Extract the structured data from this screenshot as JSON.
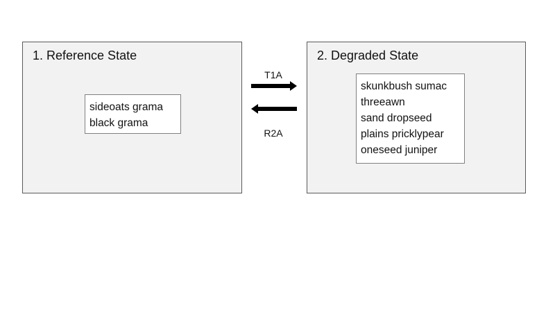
{
  "states": [
    {
      "title": "1. Reference State",
      "species": [
        "sideoats grama",
        "black grama"
      ]
    },
    {
      "title": "2. Degraded State",
      "species": [
        "skunkbush sumac",
        "threeawn",
        "sand dropseed",
        "plains pricklypear",
        "oneseed juniper"
      ]
    }
  ],
  "transitions": {
    "forward_label": "T1A",
    "restoration_label": "R2A"
  },
  "colors": {
    "state_fill": "#f2f2f2",
    "state_border": "#595959",
    "species_box_fill": "#ffffff",
    "arrow": "#000000"
  }
}
